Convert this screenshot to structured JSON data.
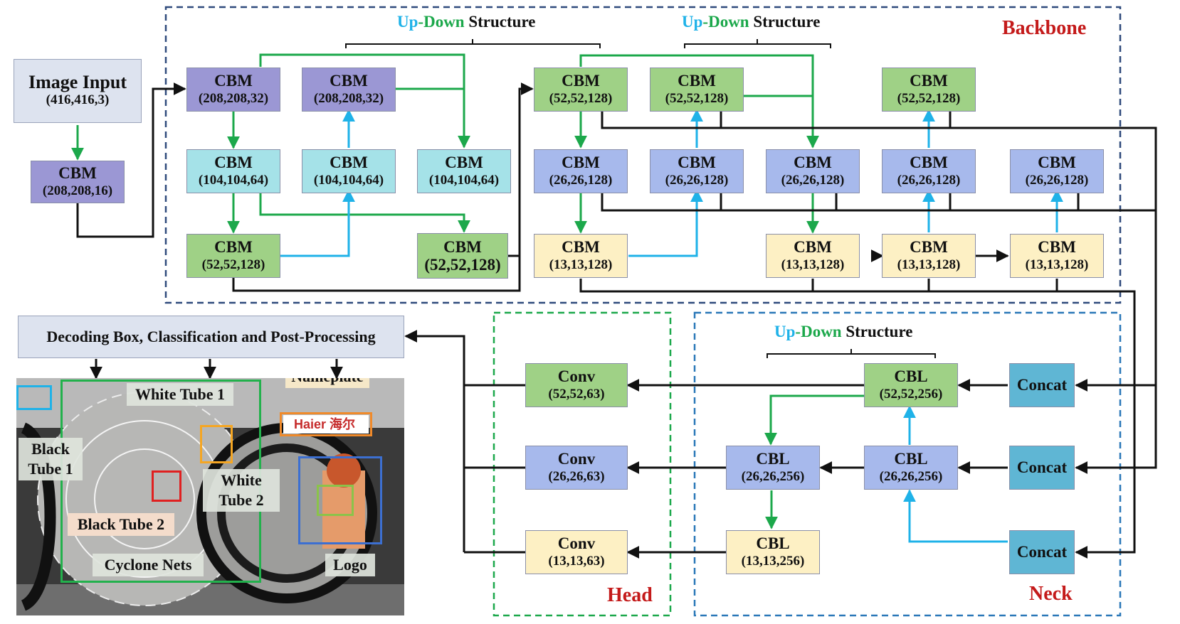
{
  "titles": {
    "backbone": "Backbone",
    "head": "Head",
    "neck": "Neck",
    "updown": {
      "up": "Up",
      "dash": "-",
      "down": "Down",
      "rest": " Structure"
    }
  },
  "nodes": {
    "img_in": {
      "l1": "Image Input",
      "l2": "(416,416,3)"
    },
    "cbm_0": {
      "l1": "CBM",
      "l2": "(208,208,16)"
    },
    "b1": {
      "l1": "CBM",
      "l2": "(208,208,32)"
    },
    "b2": {
      "l1": "CBM",
      "l2": "(208,208,32)"
    },
    "b3": {
      "l1": "CBM",
      "l2": "(104,104,64)"
    },
    "b4": {
      "l1": "CBM",
      "l2": "(104,104,64)"
    },
    "b5": {
      "l1": "CBM",
      "l2": "(104,104,64)"
    },
    "b6": {
      "l1": "CBM",
      "l2": "(52,52,128)"
    },
    "b7": {
      "l1": "CBM",
      "l2": "(52,52,128)"
    },
    "c1": {
      "l1": "CBM",
      "l2": "(52,52,128)"
    },
    "c2": {
      "l1": "CBM",
      "l2": "(52,52,128)"
    },
    "c3": {
      "l1": "CBM",
      "l2": "(52,52,128)"
    },
    "c4": {
      "l1": "CBM",
      "l2": "(26,26,128)"
    },
    "c5": {
      "l1": "CBM",
      "l2": "(26,26,128)"
    },
    "c6": {
      "l1": "CBM",
      "l2": "(26,26,128)"
    },
    "c7": {
      "l1": "CBM",
      "l2": "(26,26,128)"
    },
    "c8": {
      "l1": "CBM",
      "l2": "(26,26,128)"
    },
    "c9": {
      "l1": "CBM",
      "l2": "(13,13,128)"
    },
    "c10": {
      "l1": "CBM",
      "l2": "(13,13,128)"
    },
    "c11": {
      "l1": "CBM",
      "l2": "(13,13,128)"
    },
    "c12": {
      "l1": "CBM",
      "l2": "(13,13,128)"
    },
    "conv1": {
      "l1": "Conv",
      "l2": "(52,52,63)"
    },
    "conv2": {
      "l1": "Conv",
      "l2": "(26,26,63)"
    },
    "conv3": {
      "l1": "Conv",
      "l2": "(13,13,63)"
    },
    "n1": {
      "l1": "CBL",
      "l2": "(52,52,256)"
    },
    "n2": {
      "l1": "CBL",
      "l2": "(26,26,256)"
    },
    "n3": {
      "l1": "CBL",
      "l2": "(26,26,256)"
    },
    "n4": {
      "l1": "CBL",
      "l2": "(13,13,256)"
    },
    "cat1": {
      "l1": "Concat"
    },
    "cat2": {
      "l1": "Concat"
    },
    "cat3": {
      "l1": "Concat"
    },
    "decode": {
      "l1": "Decoding Box, Classification and Post-Processing"
    }
  },
  "photo_labels": {
    "white_tube_1": "White Tube 1",
    "nameplate": "Nameplate",
    "black_tube_1_a": "Black",
    "black_tube_1_b": "Tube 1",
    "white_tube_2_a": "White",
    "white_tube_2_b": "Tube 2",
    "black_tube_2": "Black Tube 2",
    "cyclone_nets": "Cyclone Nets",
    "logo": "Logo",
    "brand": "Haier 海尔"
  },
  "colors": {
    "black_wire": "#111111",
    "green_wire": "#1ca84b",
    "blue_wire": "#1fb2e8",
    "backbone_border": "#2f4a7c",
    "head_border": "#1ca84b",
    "neck_border": "#2a78b8",
    "title_red": "#c41a1a"
  }
}
